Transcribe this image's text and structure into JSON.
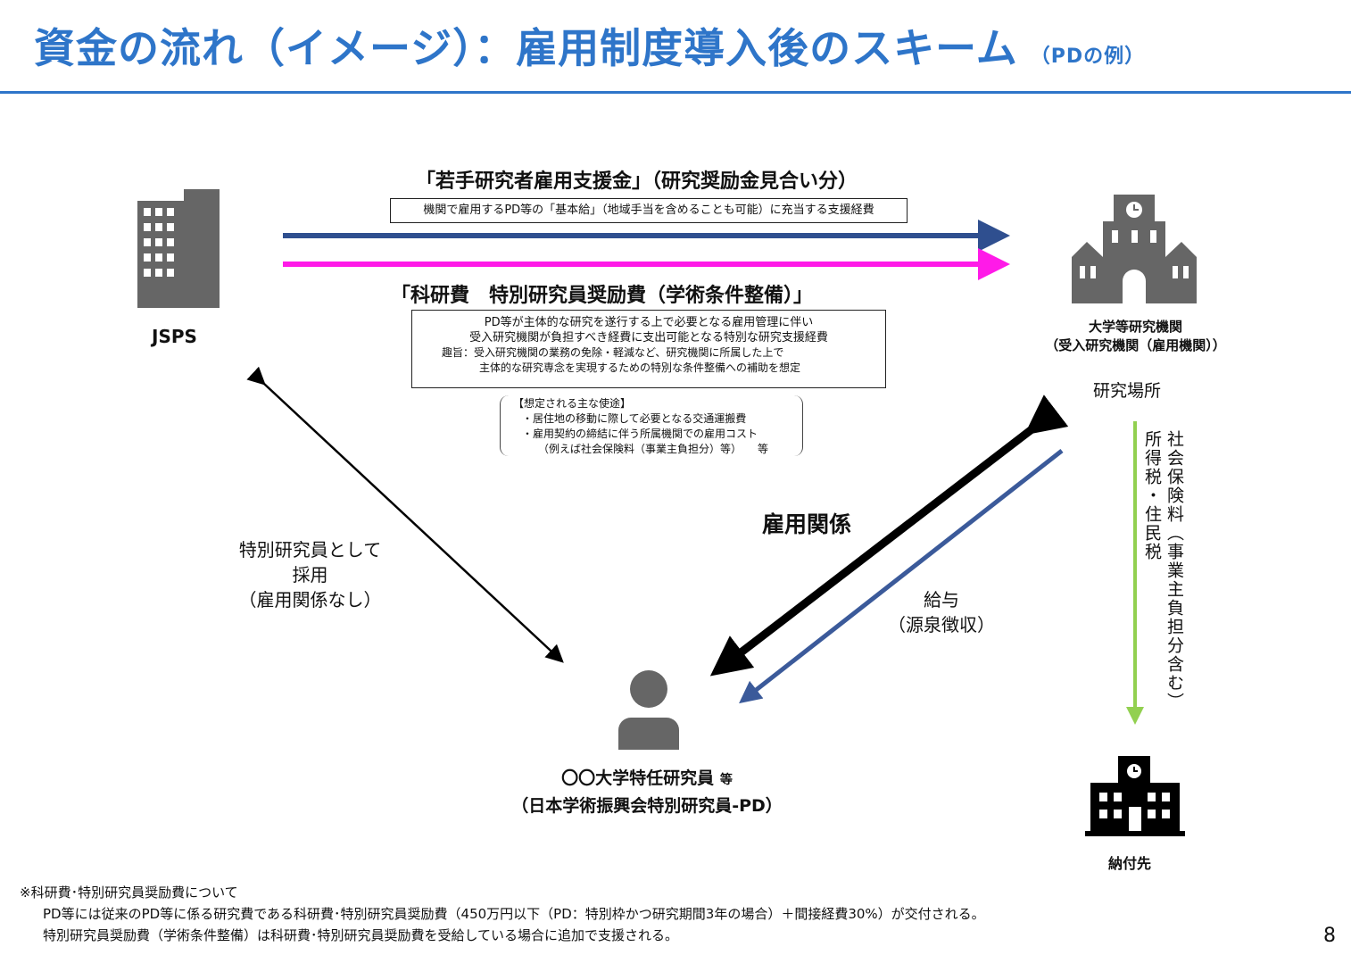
{
  "header": {
    "title": "資金の流れ（イメージ）：雇用制度導入後のスキーム",
    "title_sub": "（PDの例）"
  },
  "nodes": {
    "jsps_label": "JSPS",
    "university_label_1": "大学等研究機関",
    "university_label_2": "（受入研究機関（雇用機関））",
    "research_site": "研究場所",
    "researcher_label_1": "〇〇大学特任研究員",
    "researcher_label_1_suffix": "等",
    "researcher_label_2": "（日本学術振興会特別研究員-PD）",
    "payee_label": "納付先"
  },
  "flows": {
    "subsidy_title": "「若手研究者雇用支援金」（研究奨励金見合い分）",
    "subsidy_desc": "機関で雇用するPD等の「基本給」（地域手当を含めることも可能）に充当する支援経費",
    "grant_title": "「科研費　特別研究員奨励費（学術条件整備）」",
    "grant_desc_1": "PD等が主体的な研究を遂行する上で必要となる雇用管理に伴い",
    "grant_desc_2": "受入研究機関が負担すべき経費に支出可能となる特別な研究支援経費",
    "grant_purpose_1": "趣旨：受入研究機関の業務の免除・軽減など、研究機関に所属した上で",
    "grant_purpose_2": "主体的な研究専念を実現するための特別な条件整備への補助を想定",
    "uses_header": "【想定される主な使途】",
    "uses_1": "・居住地の移動に際して必要となる交通運搬費",
    "uses_2": "・雇用契約の締結に伴う所属機関での雇用コスト",
    "uses_3": "（例えば社会保険料（事業主負担分）等）　　等",
    "employment": "雇用関係",
    "salary_1": "給与",
    "salary_2": "（源泉徴収）",
    "adoption_1": "特別研究員として",
    "adoption_2": "採用",
    "adoption_3": "（雇用関係なし）",
    "tax_col_1": "社会保険料（事業主負担分含む）",
    "tax_col_2": "所得税・住民税"
  },
  "footnote": {
    "line_1": "※科研費･特別研究員奨励費について",
    "line_2": "PD等には従来のPD等に係る研究費である科研費･特別研究員奨励費（450万円以下（PD：特別枠かつ研究期間3年の場合）＋間接経費30%）が交付される。",
    "line_3": "特別研究員奨励費（学術条件整備）は科研費･特別研究員奨励費を受給している場合に追加で支援される。"
  },
  "page_number": "8",
  "colors": {
    "title": "#2E75C9",
    "subsidy_arrow": "#2F4F8F",
    "grant_arrow": "#FF1AE8",
    "salary_arrow": "#3B5A9A",
    "tax_arrow": "#92D050",
    "icon_gray": "#666666"
  },
  "icons": [
    "building-icon",
    "university-icon",
    "person-icon",
    "school-icon"
  ]
}
